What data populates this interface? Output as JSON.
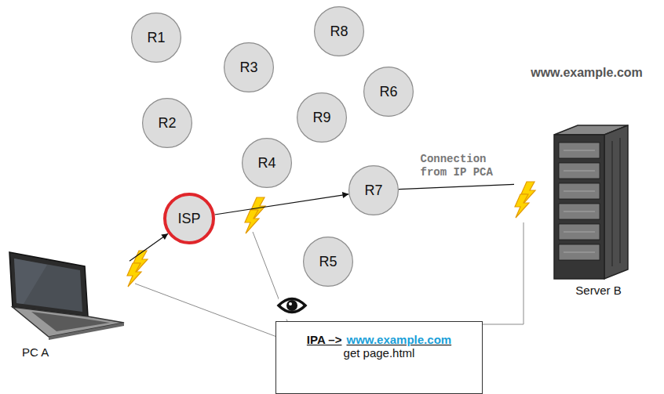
{
  "diagram": {
    "nodes": [
      {
        "text": [
          "R1"
        ]
      },
      {
        "text": [
          "R8"
        ]
      },
      {
        "text": [
          "R3"
        ]
      },
      {
        "text": [
          "R6"
        ]
      },
      {
        "text": [
          "R9"
        ]
      },
      {
        "text": [
          "R2"
        ]
      },
      {
        "text": [
          "R4"
        ]
      },
      {
        "text": [
          "R7"
        ]
      },
      {
        "text": [
          "ISP"
        ]
      },
      {
        "text": [
          "R5"
        ]
      },
      {
        "text": [
          "PC A"
        ]
      },
      {
        "text": [
          "www.example.com",
          "Server B"
        ]
      },
      {
        "text": [
          "IPA –>",
          "www.example.com",
          "get page.html"
        ]
      }
    ],
    "edges": [
      {
        "from": 10,
        "to": 8,
        "arrow": "to"
      },
      {
        "from": 8,
        "to": 7,
        "arrow": "to"
      },
      {
        "from": 7,
        "to": 11,
        "arrow": "none",
        "label": "Connection from IP PCA"
      }
    ]
  }
}
